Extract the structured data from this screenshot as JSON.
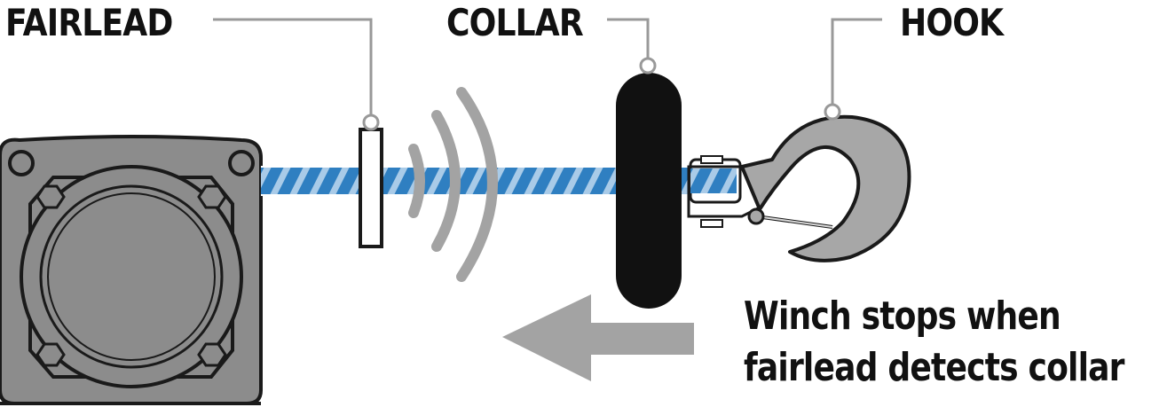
{
  "labels": {
    "fairlead": "FAIRLEAD",
    "collar": "COLLAR",
    "hook": "HOOK"
  },
  "caption": {
    "line1": "Winch stops when",
    "line2": "fairlead detects collar"
  },
  "colors": {
    "rope_blue": "#2f7fc1",
    "rope_light": "#a9cbe8",
    "winch_gray": "#8c8c8c",
    "outline": "#1a1a1a",
    "leader_gray": "#999999",
    "arrow_gray": "#a3a3a3",
    "collar_black": "#111111",
    "hook_gray": "#a7a7a7"
  },
  "icons": {
    "winch": "winch-icon",
    "fairlead": "fairlead-icon",
    "signal": "signal-waves-icon",
    "collar": "collar-icon",
    "hook": "hook-icon",
    "arrow": "arrow-left-icon"
  }
}
